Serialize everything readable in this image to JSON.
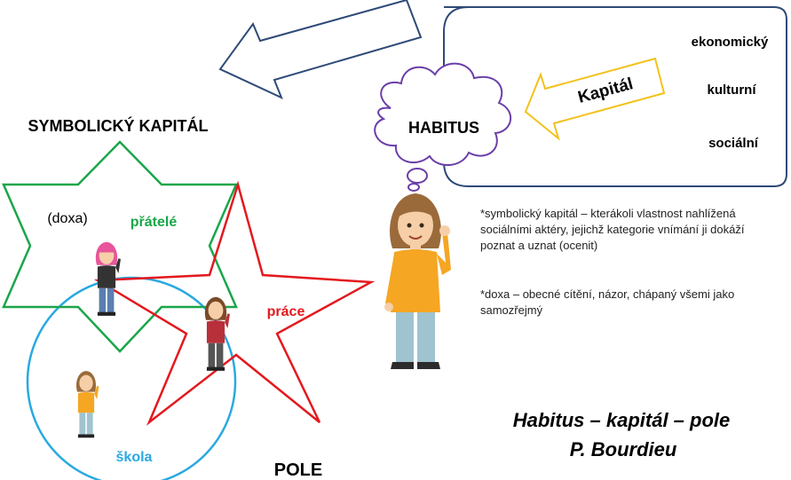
{
  "labels": {
    "symbolic_capital": "SYMBOLICKÝ KAPITÁL",
    "habitus": "HABITUS",
    "kapital": "Kapitál",
    "capital_types": [
      "ekonomický",
      "kulturní",
      "sociální"
    ],
    "doxa": "(doxa)",
    "pratele": "přátelé",
    "prace": "práce",
    "skola": "škola",
    "pole": "POLE",
    "title_line1": "Habitus – kapitál – pole",
    "title_line2": "P. Bourdieu"
  },
  "notes": {
    "symbolic": "*symbolický kapitál – kterákoli vlastnost nahlížená sociálními aktéry, jejichž kategorie vnímání ji dokáží poznat a uznat (ocenit)",
    "doxa": "*doxa – obecné cítění, názor, chápaný všemi jako samozřejmý"
  },
  "colors": {
    "green": "#1aa64a",
    "red": "#e3191e",
    "blue": "#29a9e0",
    "navy": "#2e4a78",
    "gold": "#f2c21b"
  }
}
